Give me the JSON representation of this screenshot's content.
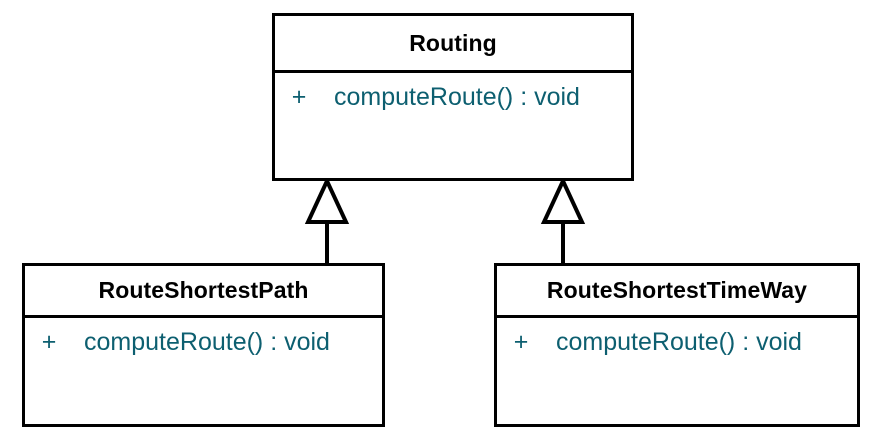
{
  "diagram": {
    "type": "uml-class-diagram",
    "background_color": "#ffffff",
    "line_color": "#000000",
    "class_name_color": "#000000",
    "member_text_color": "#0d5f70",
    "classes": [
      {
        "id": "routing",
        "name": "Routing",
        "role": "superclass",
        "members": [
          {
            "visibility": "+",
            "signature": "computeRoute() : void"
          }
        ]
      },
      {
        "id": "route-shortest-path",
        "name": "RouteShortestPath",
        "role": "subclass",
        "members": [
          {
            "visibility": "+",
            "signature": "computeRoute() : void"
          }
        ]
      },
      {
        "id": "route-shortest-time-way",
        "name": "RouteShortestTimeWay",
        "role": "subclass",
        "members": [
          {
            "visibility": "+",
            "signature": "computeRoute() : void"
          }
        ]
      }
    ],
    "relationships": [
      {
        "id": "gen-routeshortestpath-routing",
        "type": "generalization",
        "from": "RouteShortestPath",
        "to": "Routing",
        "arrow": "hollow-triangle"
      },
      {
        "id": "gen-routeshortesttimeway-routing",
        "type": "generalization",
        "from": "RouteShortestTimeWay",
        "to": "Routing",
        "arrow": "hollow-triangle"
      }
    ]
  }
}
